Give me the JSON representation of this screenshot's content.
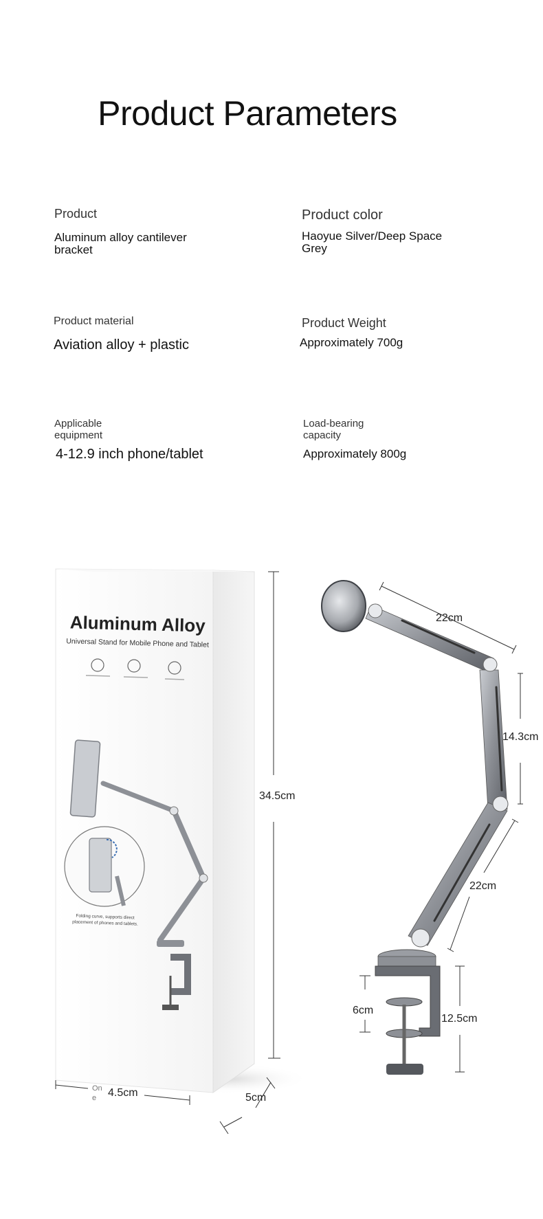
{
  "header": {
    "title": "Product Parameters"
  },
  "params": [
    {
      "label": "Product",
      "value_lines": [
        "Aluminum alloy cantilever",
        "bracket"
      ]
    },
    {
      "label": "Product color",
      "value_lines": [
        "Haoyue Silver/Deep Space",
        "Grey"
      ]
    },
    {
      "label": "Product material",
      "value_lines": [
        "Aviation alloy + plastic"
      ]
    },
    {
      "label": "Product Weight",
      "value_lines": [
        "Approximately 700g"
      ]
    },
    {
      "label_lines": [
        "Applicable",
        "equipment"
      ],
      "value_lines": [
        "4-12.9 inch phone/tablet"
      ]
    },
    {
      "label_lines": [
        "Load-bearing",
        "capacity"
      ],
      "value_lines": [
        "Approximately 800g"
      ]
    }
  ],
  "box": {
    "brand": "Aluminum Alloy",
    "subtitle": "Universal Stand for Mobile Phone and Tablet",
    "caption_lines": [
      "Folding curve, supports direct",
      "placement of phones and tablets."
    ]
  },
  "dimensions": {
    "box_height": "34.5cm",
    "box_width": "4.5cm",
    "box_depth": "5cm",
    "box_note_lines": [
      "On",
      "e"
    ],
    "arm_top": "22cm",
    "arm_middle": "14.3cm",
    "arm_lower": "22cm",
    "clamp_opening": "6cm",
    "clamp_height": "12.5cm"
  },
  "colors": {
    "aluminum": "#9a9da3",
    "dark_aluminum": "#5f6267",
    "text": "#111111"
  }
}
